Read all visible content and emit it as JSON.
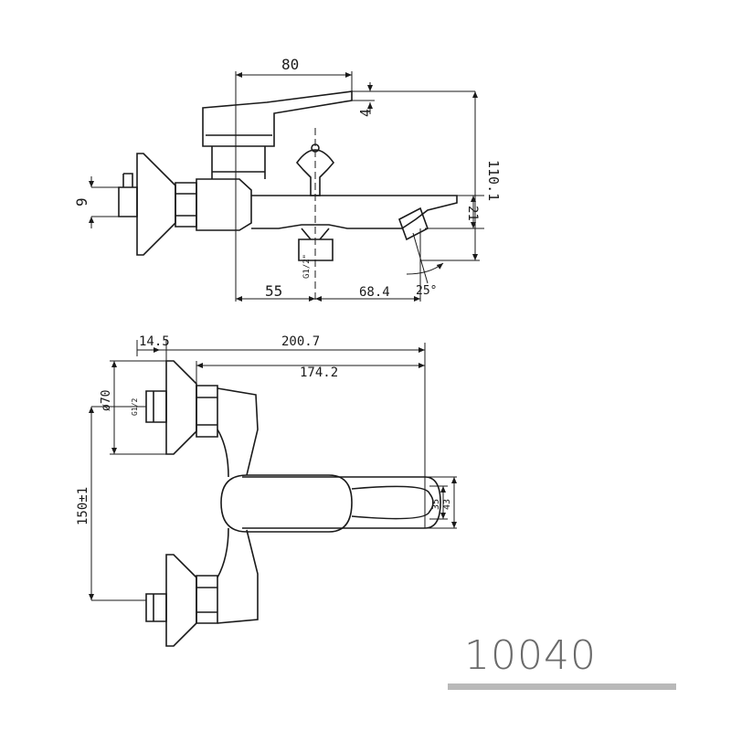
{
  "product_code": "10040",
  "side_view": {
    "dims": {
      "handle_length": "80",
      "handle_offset": "4",
      "total_height": "110.1",
      "inlet_dia": "9",
      "spout_height": "21",
      "thread": "G1/2\"",
      "left_length": "55",
      "spout_length": "68.4",
      "spout_angle": "25°"
    }
  },
  "top_view": {
    "dims": {
      "flange_depth": "14.5",
      "total_length": "200.7",
      "body_length": "174.2",
      "flange_dia": "ø70",
      "thread": "G1/2",
      "centers": "150±1",
      "spout_width_inner": "35",
      "spout_width_outer": "43"
    }
  }
}
